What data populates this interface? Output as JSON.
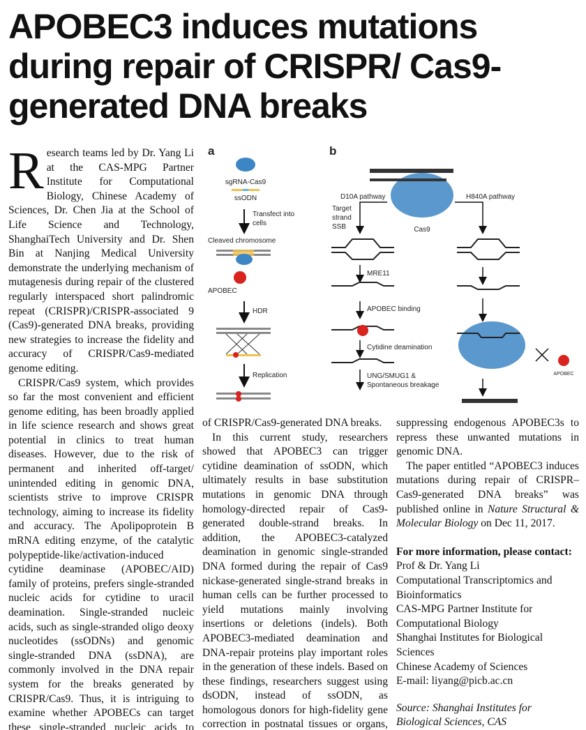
{
  "title": "APOBEC3 induces mutations during repair of CRISPR/ Cas9-generated DNA breaks",
  "col1": {
    "dropcap": "R",
    "p1": "esearch teams led by Dr. Yang Li at the CAS-MPG Partner Institute for Computational Biology, Chinese Academy of Sciences, Dr. Chen Jia at the School of Life Science and Technology, ShanghaiTech University and Dr. Shen Bin at Nanjing Medical University demonstrate the underlying mechanism of mutagenesis during repair of the clustered regularly interspaced short palindromic repeat (CRISPR)/CRISPR-associated 9 (Cas9)-generated DNA breaks, providing new strategies to increase the fidelity and accuracy of CRISPR/Cas9-mediated genome editing.",
    "p2": "CRISPR/Cas9 system, which provides so far the most convenient and efficient genome editing, has been broadly applied in life science research and shows great potential in clinics to treat human diseases. However, due to the risk of permanent and inherited off-target/ unintended editing in genomic DNA, scientists strive to improve CRISPR technology, aiming to increase its fidelity and accuracy. The Apolipoprotein B mRNA editing enzyme, of the catalytic polypeptide-like/activation-induced cytidine deaminase (APOBEC/AID) family of proteins, prefers single-stranded nucleic acids for cytidine to uracil deamination. Single-stranded nucleic acids, such as single-stranded oligo deoxy nucleotides (ssODNs) and genomic single-stranded DNA (ssDNA), are commonly involved in the DNA repair system for the breaks generated by CRISPR/Cas9. Thus, it is intriguing to examine whether APOBECs can target these single-stranded nucleic acids to affect the repair outcome"
  },
  "col2": {
    "p1": "of CRISPR/Cas9-generated DNA breaks.",
    "p2": "In this current study, researchers showed that APOBEC3 can trigger cytidine deamination of ssODN, which ultimately results in base substitution mutations in genomic DNA through homology-directed repair of Cas9-generated double-strand breaks. In addition, the APOBEC3-catalyzed deamination in genomic single-stranded DNA formed during the repair of Cas9 nickase-generated single-strand breaks in human cells can be further processed to yield mutations mainly involving insertions or deletions (indels). Both APOBEC3-mediated deamination and DNA-repair proteins play important roles in the generation of these indels. Based on these findings, researchers suggest using dsODN, instead of ssODN, as homologous donors for high-fidelity gene correction in postnatal tissues or organs, and temporarily"
  },
  "col3": {
    "p1": "suppressing endogenous APOBEC3s to repress these unwanted mutations in genomic DNA.",
    "p2_a": "The paper entitled “APOBEC3 induces mutations during repair of CRISPR–Cas9-generated DNA breaks” was published online in ",
    "p2_journal": "Nature Structural & Molecular Biology",
    "p2_b": " on Dec 11, 2017.",
    "contact_heading": "For more information, please contact:",
    "contact_lines": [
      "Prof & Dr. Yang Li",
      "Computational Transcriptomics and Bioinformatics",
      "CAS-MPG Partner Institute for Computational Biology",
      "Shanghai Institutes for Biological Sciences",
      "Chinese Academy of Sciences",
      "E-mail: liyang@picb.ac.cn"
    ],
    "source": "Source: Shanghai Institutes for Biological Sciences, CAS"
  },
  "figure": {
    "panel_a": "a",
    "panel_b": "b",
    "a_labels": [
      "sgRNA-Cas9",
      "ssODN",
      "Transfect into",
      "cells",
      "Cleaved chromosome",
      "APOBEC",
      "HDR",
      "Replication"
    ],
    "b_labels": [
      "D10A pathway",
      "H840A pathway",
      "Target",
      "strand",
      "SSB",
      "Cas9",
      "MRE11",
      "APOBEC binding",
      "Cytidine deamination",
      "UNG/SMUG1 &",
      "Spontaneous breakage",
      "APOBEC"
    ],
    "colors": {
      "cas9": "#3d86c6",
      "apobec": "#d8231f",
      "ssodn": "#f0c050",
      "ssodn_mid": "#5cb8e0"
    }
  }
}
